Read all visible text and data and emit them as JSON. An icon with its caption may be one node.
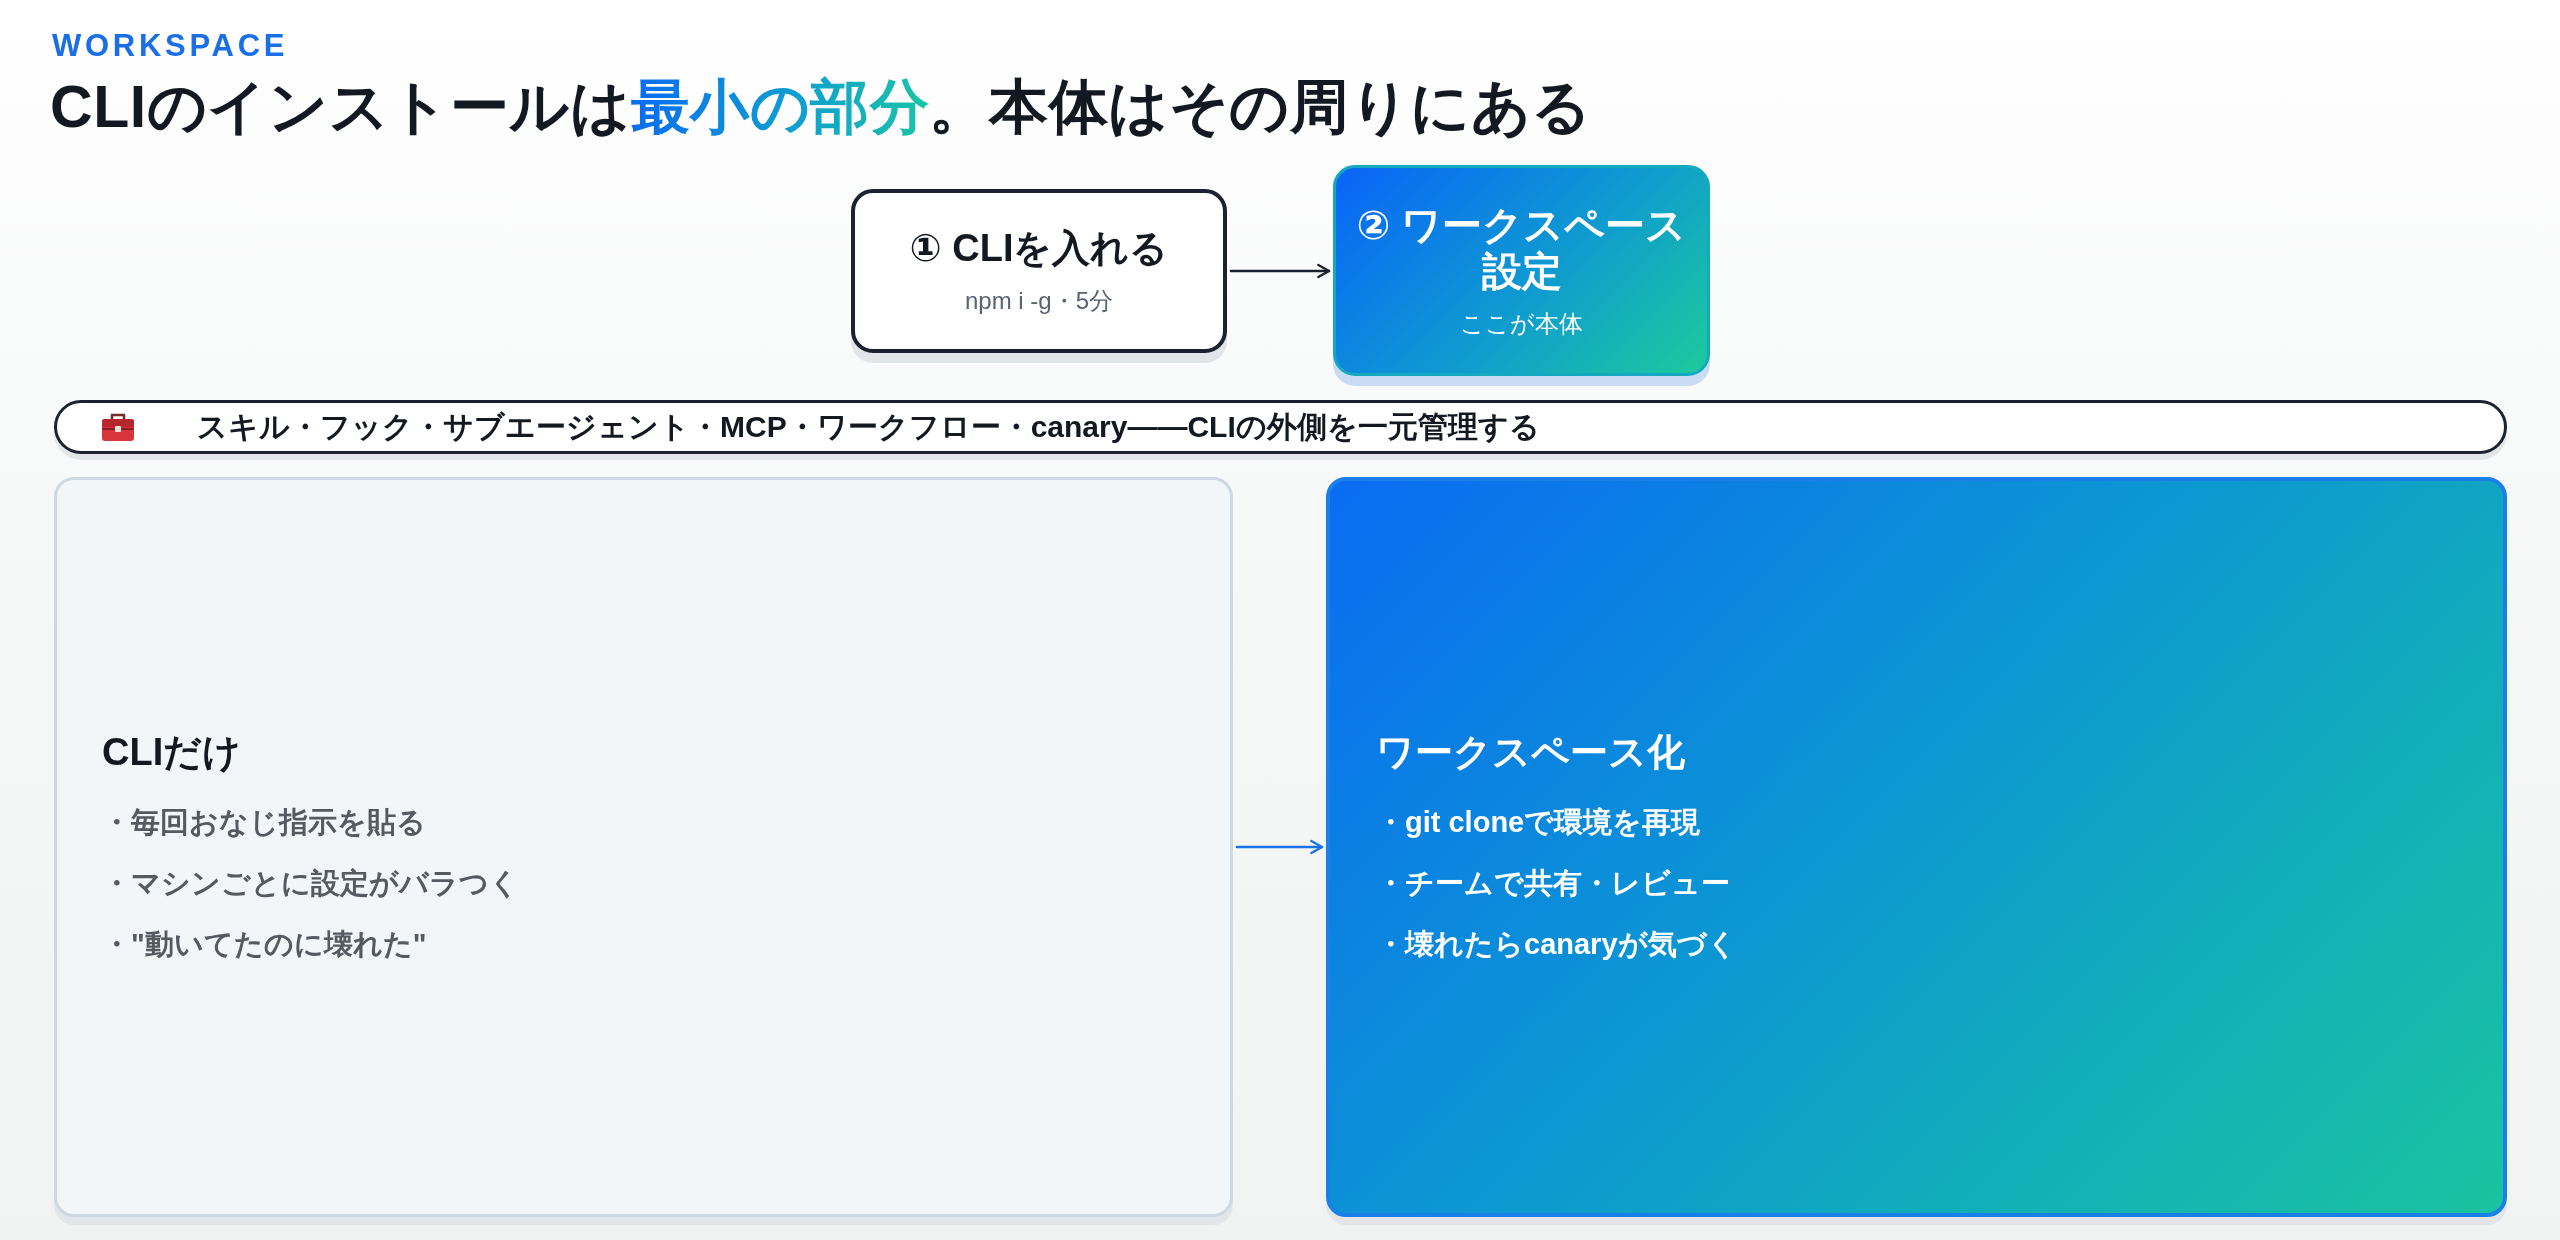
{
  "diagram": {
    "title": "CLIのインストールは**最小の部分**。本体はその周りにある",
    "nodes": [
      {
        "text": [
          "① CLIを入れる",
          "npm i -g・5分"
        ]
      },
      {
        "text": [
          "② ワークスペース設定",
          "ここが本体"
        ]
      },
      {
        "text": [
          "スキル・フック・サブエージェント・MCP・ワークフロー・canary——CLIの外側を一元管理する"
        ]
      },
      {
        "text": [
          "CLIだけ",
          "・毎回おなじ指示を貼る",
          "・マシンごとに設定がバラつく",
          "・\"動いてたのに壊れた\""
        ]
      },
      {
        "text": [
          "ワークスペース化",
          "・git cloneで環境を再現",
          "・チームで共有・レビュー",
          "・壊れたらcanaryが気づく"
        ]
      }
    ],
    "edges": [
      {
        "from": 0,
        "to": 1,
        "arrow": "to"
      },
      {
        "from": 3,
        "to": 4,
        "arrow": "to",
        "color": "#1a73e8"
      }
    ],
    "labels": [
      "WORKSPACE"
    ]
  }
}
